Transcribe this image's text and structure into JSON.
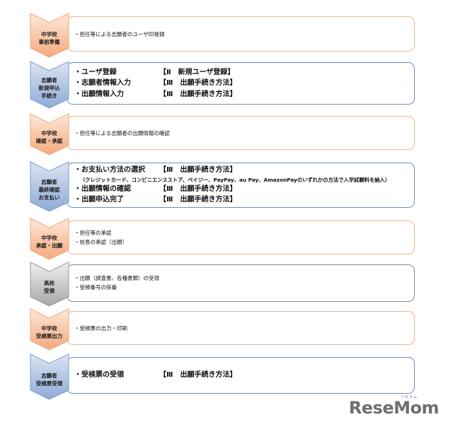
{
  "steps": [
    {
      "label": [
        "中学校",
        "事前準備"
      ],
      "color": "orange",
      "lines": [
        {
          "style": "small",
          "text": "・担任等による志願者のユーザID登録",
          "ref": ""
        }
      ]
    },
    {
      "label": [
        "志願者",
        "新規申込",
        "手続き"
      ],
      "color": "blue",
      "lines": [
        {
          "style": "big",
          "text": "・ユーザ登録",
          "ref": "【Ⅱ　新規ユーザ登録】"
        },
        {
          "style": "big",
          "text": "・志願者情報入力",
          "ref": "【Ⅲ　出願手続き方法】"
        },
        {
          "style": "big",
          "text": "・出願情報入力",
          "ref": "【Ⅲ　出願手続き方法】"
        }
      ]
    },
    {
      "label": [
        "中学校",
        "確認・承認"
      ],
      "color": "orange",
      "lines": [
        {
          "style": "small",
          "text": "・担任等による志願者の出願情報の確認",
          "ref": ""
        }
      ]
    },
    {
      "label": [
        "志願者",
        "最終確認",
        "お支払い"
      ],
      "color": "blue",
      "lines": [
        {
          "style": "big",
          "text": "・お支払い方法の選択",
          "ref": "【Ⅲ　出願手続き方法】"
        },
        {
          "style": "sub",
          "text": "（クレジットカード、コンビニエンスストア、ペイジー、PayPay、au Pay、AmazonPayのいずれかの方法で入学試験料を納入）",
          "ref": ""
        },
        {
          "style": "big",
          "text": "・出願情報の確認",
          "ref": "【Ⅲ　出願手続き方法】"
        },
        {
          "style": "big",
          "text": "・出願申込完了",
          "ref": "【Ⅲ　出願手続き方法】"
        }
      ]
    },
    {
      "label": [
        "中学校",
        "承認・出願"
      ],
      "color": "orange",
      "lines": [
        {
          "style": "small",
          "text": "・担任等の承認",
          "ref": ""
        },
        {
          "style": "small",
          "text": "・校長の承認（出願）",
          "ref": ""
        }
      ]
    },
    {
      "label": [
        "高校",
        "受領"
      ],
      "color": "gray",
      "lines": [
        {
          "style": "small",
          "text": "・出願（調査書、各種書類）の受領",
          "ref": ""
        },
        {
          "style": "small",
          "text": "・受検番号の採番",
          "ref": ""
        }
      ]
    },
    {
      "label": [
        "中学校",
        "受検票出力"
      ],
      "color": "orange",
      "lines": [
        {
          "style": "small",
          "text": "・受検票の出力・印刷",
          "ref": ""
        }
      ]
    },
    {
      "label": [
        "志願者",
        "受検票受領"
      ],
      "color": "blue",
      "lines": [
        {
          "style": "big",
          "text": "・受検票の受領",
          "ref": "【Ⅲ　出願手続き方法】"
        }
      ]
    }
  ],
  "colors": {
    "orange": {
      "fill_top": "#fde9d9",
      "fill_bottom": "#f4a97c",
      "stroke": "#f2a77a",
      "box": "#f5b58f"
    },
    "blue": {
      "fill_top": "#dbe5f1",
      "fill_bottom": "#8eaad6",
      "stroke": "#7f9fd0",
      "box": "#6f8fc4"
    },
    "gray": {
      "fill_top": "#f0f0f0",
      "fill_bottom": "#a6a6a6",
      "stroke": "#9a9a9a",
      "box": "#8c8c8c"
    }
  },
  "logo": {
    "text": "ReseMom",
    "ruby": "リセマム"
  }
}
